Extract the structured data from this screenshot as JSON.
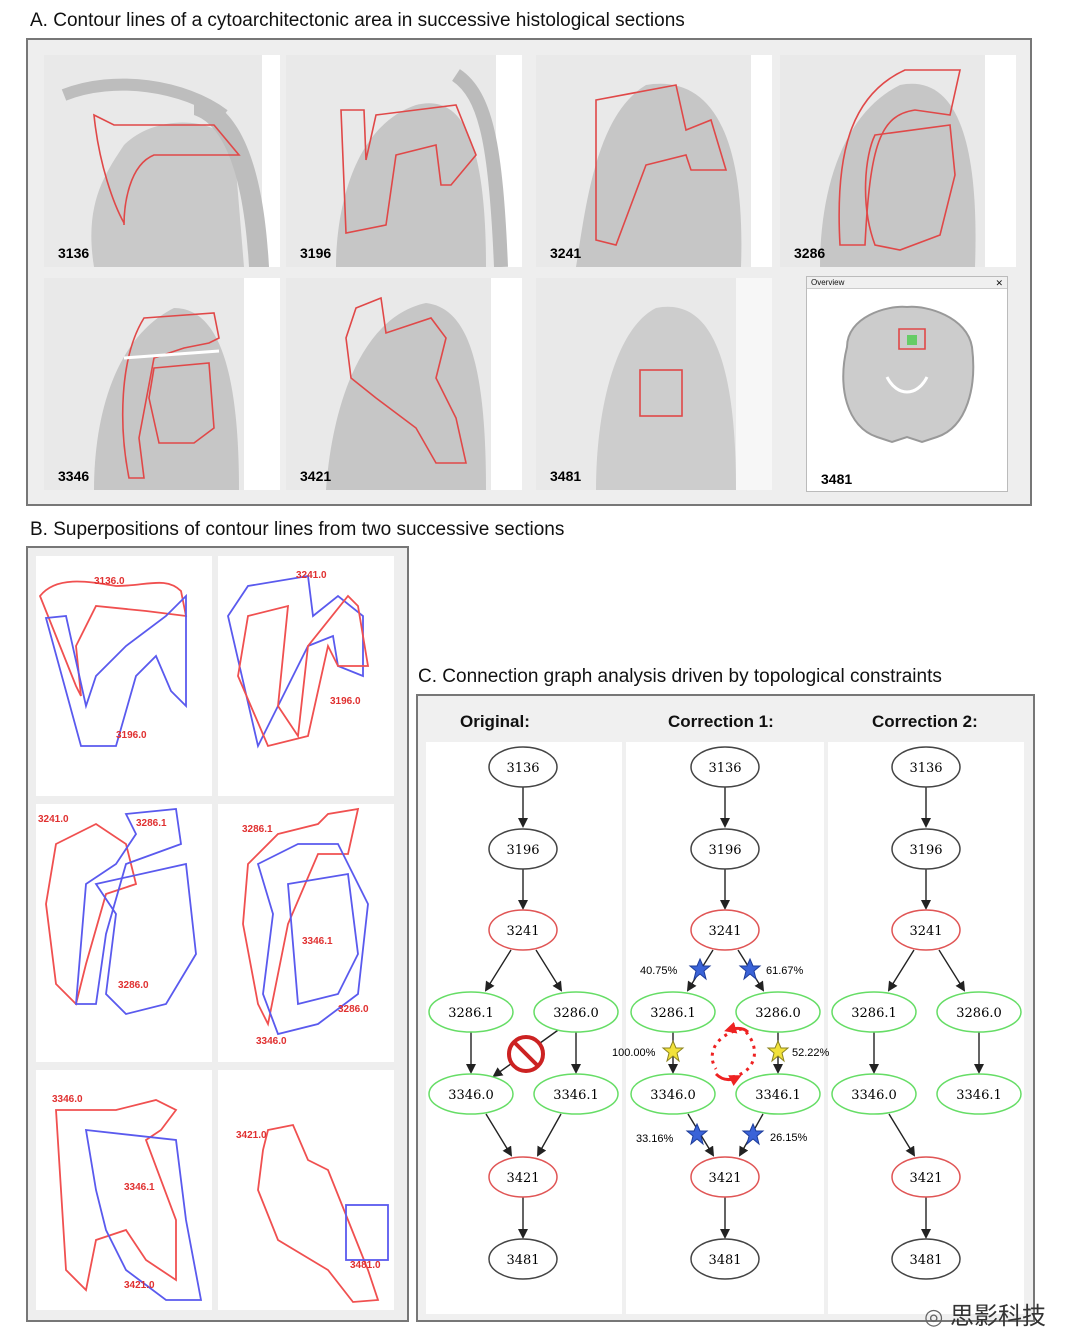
{
  "panelA": {
    "title": "A. Contour lines of a cytoarchitectonic area in successive histological sections",
    "tiles": [
      {
        "label": "3136"
      },
      {
        "label": "3196"
      },
      {
        "label": "3241"
      },
      {
        "label": "3286"
      },
      {
        "label": "3346"
      },
      {
        "label": "3421"
      },
      {
        "label": "3481"
      }
    ],
    "overview": {
      "title": "Overview",
      "label": "3481"
    }
  },
  "panelB": {
    "title": "B. Superpositions of contour lines from two successive sections",
    "tiles": [
      {
        "red": "3136.0",
        "blue": "3196.0"
      },
      {
        "red": "3196.0",
        "blue": "3241.0"
      },
      {
        "red": "3241.0",
        "blue": "3286.1",
        "extra": "3286.0"
      },
      {
        "red": "3286.1",
        "blue": "3346.1",
        "extra": "3286.0",
        "extra2": "3346.0"
      },
      {
        "red": "3346.0",
        "blue": "3346.1",
        "extra": "3421.0"
      },
      {
        "red": "3421.0",
        "blue": "3481.0"
      }
    ]
  },
  "panelC": {
    "title": "C. Connection graph analysis driven by topological constraints",
    "columns": [
      "Original:",
      "Correction 1:",
      "Correction 2:"
    ],
    "nodes": {
      "n3136": "3136",
      "n3196": "3196",
      "n3241": "3241",
      "n32861": "3286.1",
      "n32860": "3286.0",
      "n33460": "3346.0",
      "n33461": "3346.1",
      "n3421": "3421",
      "n3481": "3481"
    },
    "percentages": {
      "p1": "40.75%",
      "p2": "61.67%",
      "p3": "100.00%",
      "p4": "52.22%",
      "p5": "33.16%",
      "p6": "26.15%"
    },
    "colors": {
      "gray": "#444444",
      "red": "#e05555",
      "green": "#66dd66",
      "blueStar": "#3a63d8",
      "yellowStar": "#f2e23a",
      "arrowRed": "#ee2222"
    }
  },
  "watermark": "思影科技"
}
